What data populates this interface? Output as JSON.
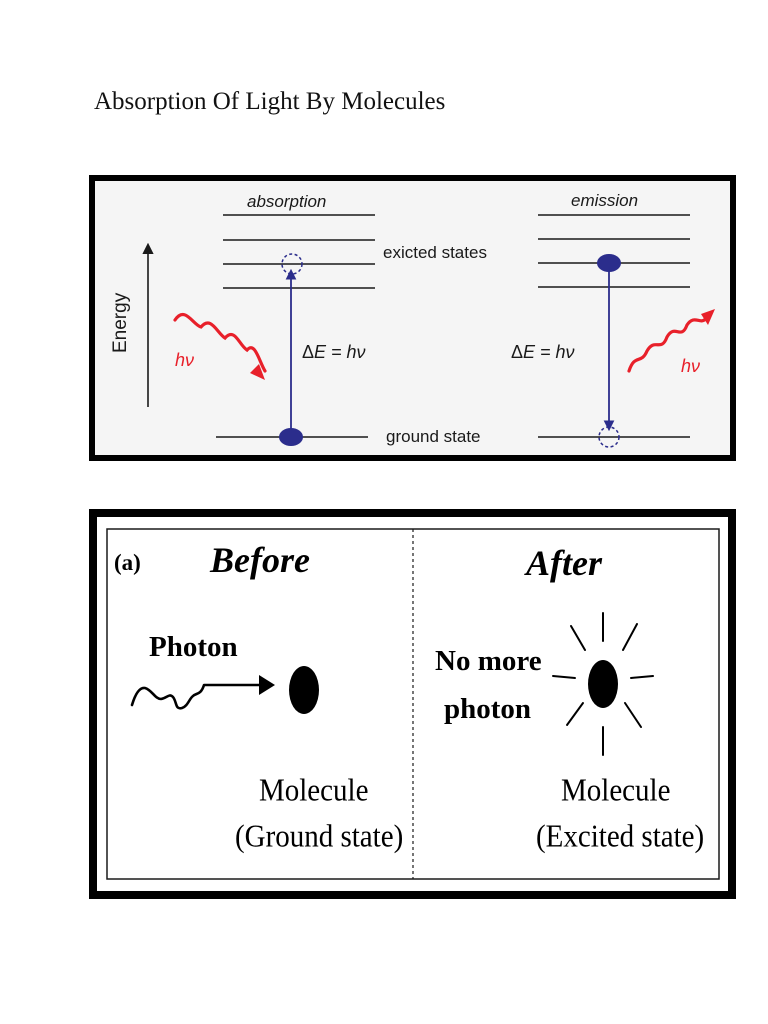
{
  "page": {
    "title": "Absorption Of Light By Molecules"
  },
  "energy_diagram": {
    "absorption_label": "absorption",
    "emission_label": "emission",
    "excited_states_label": "exicted states",
    "ground_state_label": "ground state",
    "energy_axis_label": "Energy",
    "photon_label_left": "hν",
    "photon_label_right": "hν",
    "delta_e_left_prefix": "Δ",
    "delta_e_left_rest": "E = hν",
    "delta_e_right_prefix": "Δ",
    "delta_e_right_rest": "E = hν",
    "colors": {
      "frame": "#000000",
      "background": "#f5f5f5",
      "transition": "#2b2d8c",
      "photon": "#e8202a",
      "levels": "#1a1a1a"
    }
  },
  "before_after": {
    "panel_label": "(a)",
    "before_title": "Before",
    "after_title": "After",
    "photon_label": "Photon",
    "no_photon_line1": "No more",
    "no_photon_line2": "photon",
    "molecule_left_line1": "Molecule",
    "molecule_left_line2": "(Ground state)",
    "molecule_right_line1": "Molecule",
    "molecule_right_line2": "(Excited state)"
  }
}
